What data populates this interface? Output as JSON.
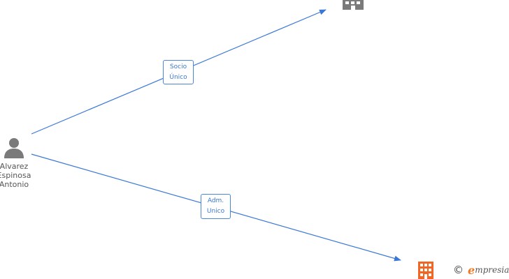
{
  "person": {
    "name_lines": [
      "Alvarez",
      "Espinosa",
      "Antonio"
    ],
    "icon": "person-icon"
  },
  "relations": [
    {
      "id": "socio",
      "label_lines": [
        "Socio",
        "Único"
      ],
      "target": "company-top"
    },
    {
      "id": "adm",
      "label_lines": [
        "Adm.",
        "Unico"
      ],
      "target": "company-bottom"
    }
  ],
  "companies": [
    {
      "id": "company-top",
      "icon": "building-icon",
      "color": "#7a7a7a"
    },
    {
      "id": "company-bottom",
      "icon": "building-icon",
      "color": "#f26522"
    }
  ],
  "colors": {
    "edge": "#3a78d8",
    "label_text": "#3a78cf",
    "person_icon": "#7a7a7a",
    "brand_accent": "#f07820"
  },
  "watermark": {
    "copyright_symbol": "©",
    "brand_initial": "e",
    "brand_rest": "mpresia"
  }
}
